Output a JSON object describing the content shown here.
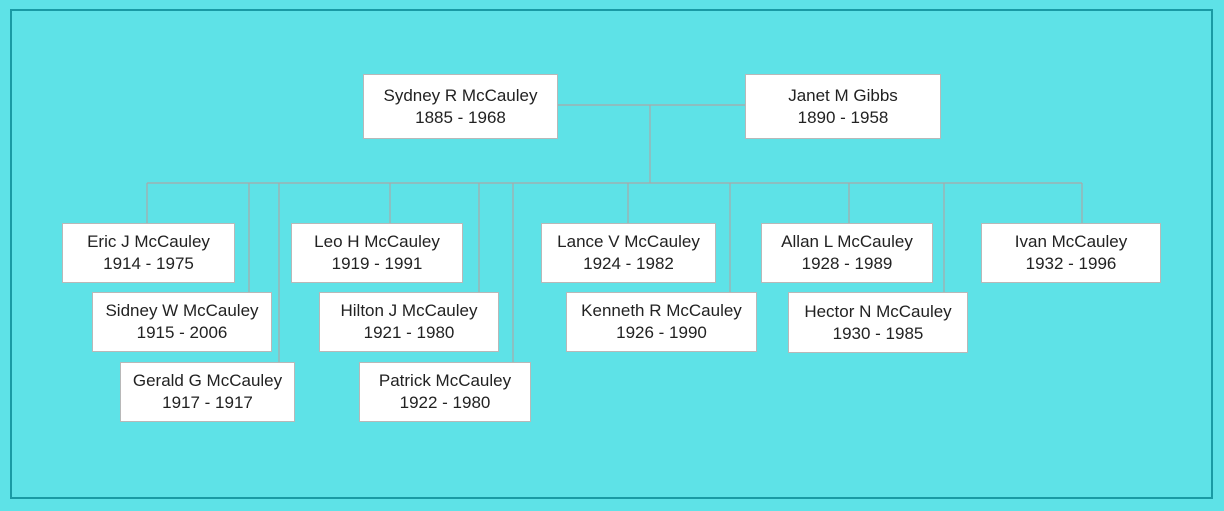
{
  "colors": {
    "background": "#5ee2e7",
    "border": "#1a9aa4",
    "node_fill": "#ffffff",
    "connector": "#a9a9a9"
  },
  "parents": [
    {
      "name": "Sydney R McCauley",
      "years": "1885 - 1968"
    },
    {
      "name": "Janet M Gibbs",
      "years": "1890 - 1958"
    }
  ],
  "children": [
    {
      "name": "Eric J McCauley",
      "years": "1914 - 1975"
    },
    {
      "name": "Sidney W McCauley",
      "years": "1915 - 2006"
    },
    {
      "name": "Gerald G McCauley",
      "years": "1917 - 1917"
    },
    {
      "name": "Leo H McCauley",
      "years": "1919 - 1991"
    },
    {
      "name": "Hilton J McCauley",
      "years": "1921 - 1980"
    },
    {
      "name": "Patrick McCauley",
      "years": "1922 - 1980"
    },
    {
      "name": "Lance V McCauley",
      "years": "1924 - 1982"
    },
    {
      "name": "Kenneth R McCauley",
      "years": "1926 - 1990"
    },
    {
      "name": "Allan L McCauley",
      "years": "1928 - 1989"
    },
    {
      "name": "Hector N McCauley",
      "years": "1930 - 1985"
    },
    {
      "name": "Ivan McCauley",
      "years": "1932 - 1996"
    }
  ]
}
